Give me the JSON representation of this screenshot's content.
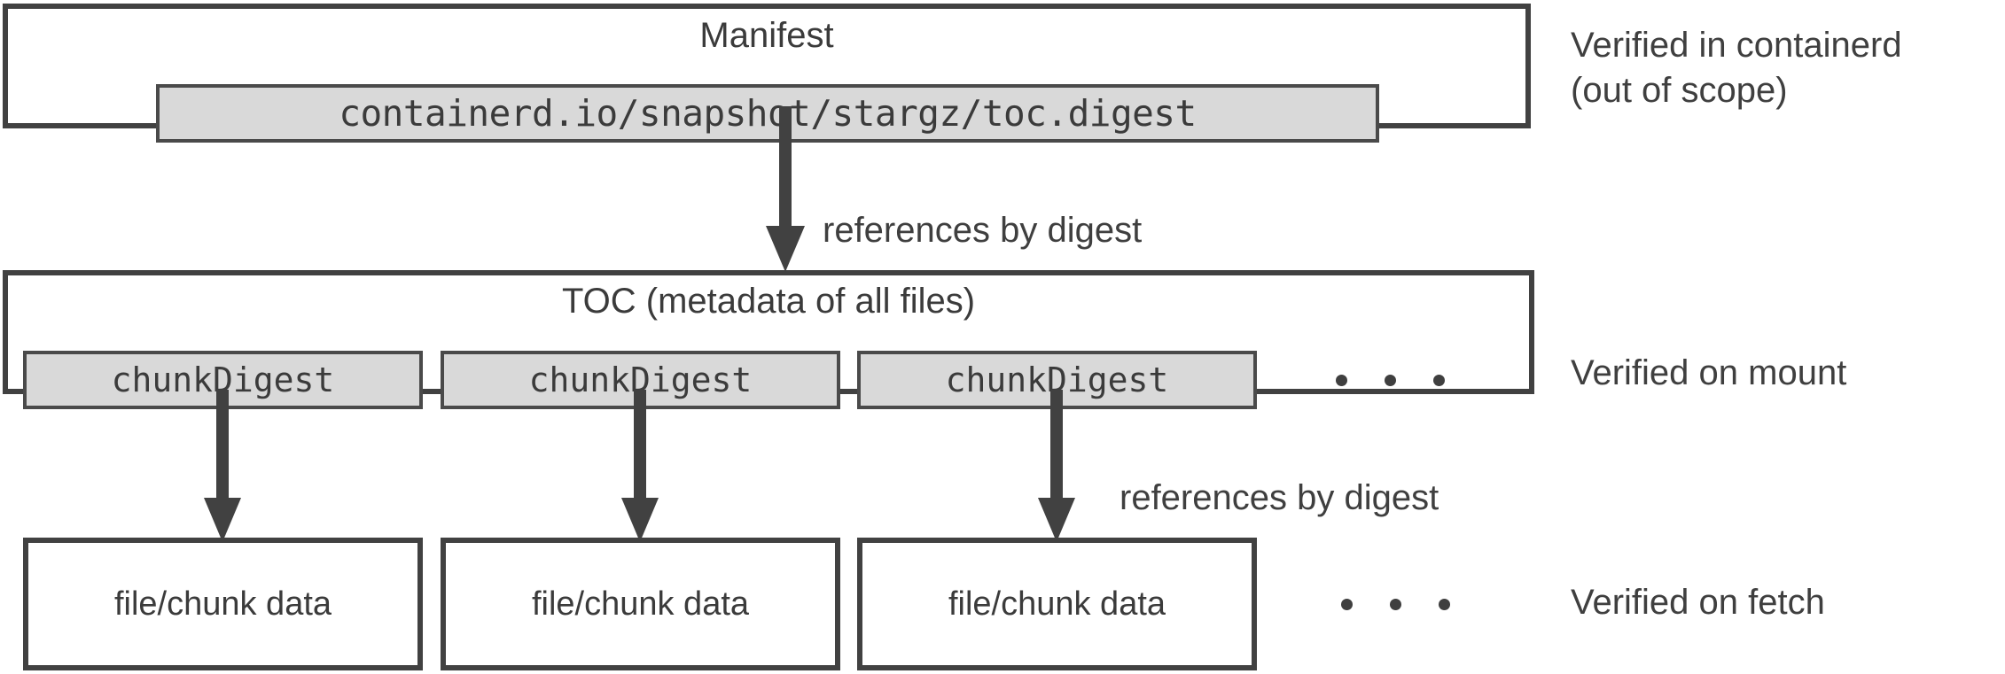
{
  "diagram": {
    "title": "stargz TOC verification chain",
    "colors": {
      "stroke": "#414141",
      "fill_gray": "#d9d9d9",
      "background": "#ffffff",
      "text": "#3f3f3f"
    },
    "manifest": {
      "title": "Manifest",
      "annotation_key": "containerd.io/snapshot/stargz/toc.digest",
      "side_label": "Verified in containerd\n(out of scope)"
    },
    "toc": {
      "title": "TOC (metadata of all files)",
      "chunks": [
        {
          "label": "chunkDigest"
        },
        {
          "label": "chunkDigest"
        },
        {
          "label": "chunkDigest"
        }
      ],
      "ellipsis": "· · ·",
      "side_label": "Verified on mount"
    },
    "data_row": {
      "blocks": [
        {
          "label": "file/chunk data"
        },
        {
          "label": "file/chunk data"
        },
        {
          "label": "file/chunk data"
        }
      ],
      "ellipsis": "· · ·",
      "side_label": "Verified on fetch"
    },
    "edges": {
      "manifest_to_toc": "references by digest",
      "toc_to_data": "references by digest"
    }
  }
}
